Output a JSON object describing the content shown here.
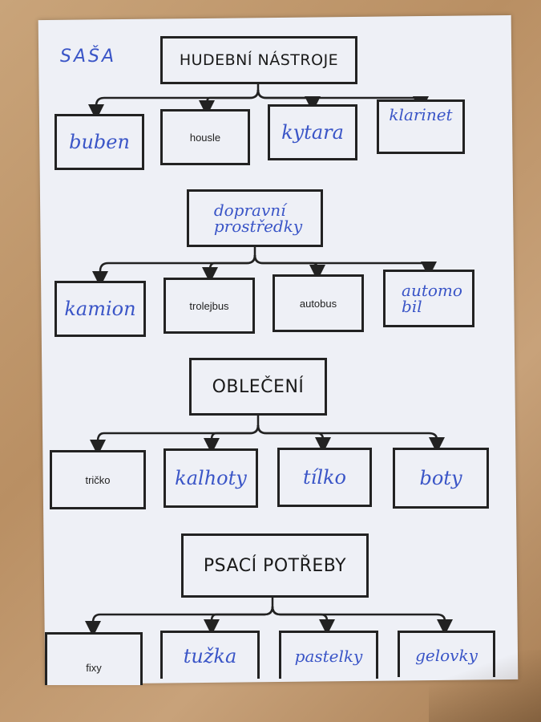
{
  "signature": "SAŠA",
  "diagrams": [
    {
      "title": "HUDEBNÍ NÁSTROJE",
      "title_style": "printed",
      "children": [
        {
          "text": "buben",
          "style": "handwritten"
        },
        {
          "text": "housle",
          "style": "printed"
        },
        {
          "text": "kytara",
          "style": "handwritten"
        },
        {
          "text": "klarinet",
          "style": "handwritten"
        }
      ]
    },
    {
      "title_lines": [
        "dopravní",
        "prostředky"
      ],
      "title_style": "handwritten",
      "children": [
        {
          "text": "kamion",
          "style": "handwritten"
        },
        {
          "text": "trolejbus",
          "style": "printed"
        },
        {
          "text": "autobus",
          "style": "printed"
        },
        {
          "text_lines": [
            "automo",
            "bil"
          ],
          "style": "handwritten"
        }
      ]
    },
    {
      "title": "OBLEČENÍ",
      "title_style": "printed",
      "children": [
        {
          "text": "tričko",
          "style": "printed"
        },
        {
          "text": "kalhoty",
          "style": "handwritten"
        },
        {
          "text": "tílko",
          "style": "handwritten"
        },
        {
          "text": "boty",
          "style": "handwritten"
        }
      ]
    },
    {
      "title": "PSACÍ POTŘEBY",
      "title_style": "printed",
      "children": [
        {
          "text": "fixy",
          "style": "printed"
        },
        {
          "text": "tužka",
          "style": "handwritten"
        },
        {
          "text": "pastelky",
          "style": "handwritten"
        },
        {
          "text": "gelovky",
          "style": "handwritten"
        }
      ]
    }
  ],
  "colors": {
    "ink": "#3a55c7",
    "print": "#222222",
    "paper": "#eef0f6",
    "table": "#c9a47a"
  }
}
